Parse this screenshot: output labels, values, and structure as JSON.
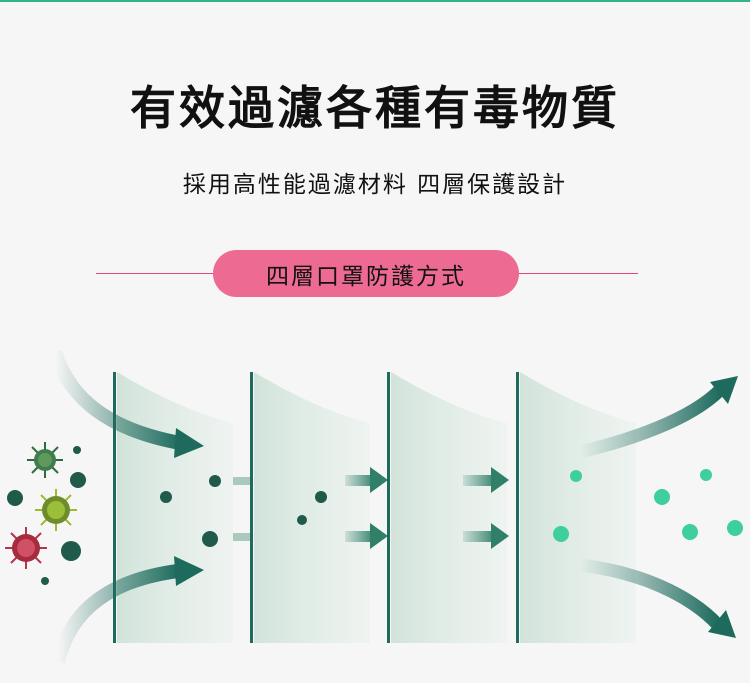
{
  "title": "有效過濾各種有毒物質",
  "subtitle": "採用高性能過濾材料 四層保護設計",
  "badge": "四層口罩防護方式",
  "colors": {
    "accent_green": "#33b486",
    "arrow_teal": "#1e6b5e",
    "pink": "#ed6a93",
    "pink_line": "#e6457f",
    "clean_dot": "#3fcf9c",
    "dirty_dot": "#1f5a4a"
  },
  "icons": [
    "virus-icon-green",
    "virus-icon-olive",
    "virus-icon-red"
  ]
}
